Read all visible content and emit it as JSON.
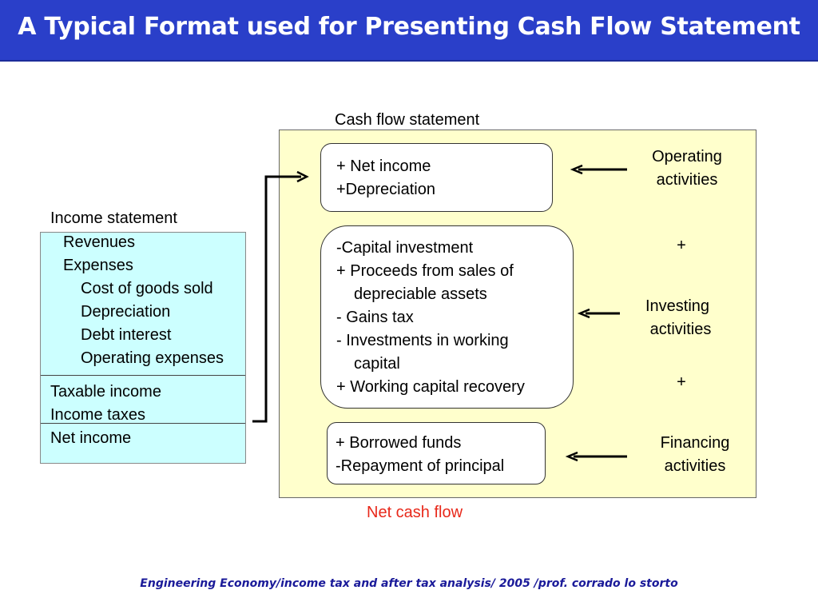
{
  "title": "A Typical Format used for Presenting Cash Flow Statement",
  "income_statement": {
    "heading": "Income statement",
    "items": [
      {
        "text": "Revenues",
        "level": 1
      },
      {
        "text": "Expenses",
        "level": 1
      },
      {
        "text": "Cost of goods sold",
        "level": 2
      },
      {
        "text": "Depreciation",
        "level": 2
      },
      {
        "text": "Debt interest",
        "level": 2
      },
      {
        "text": "Operating expenses",
        "level": 2
      }
    ],
    "taxable_income": "Taxable income",
    "income_taxes": "Income taxes",
    "net_income": "Net income"
  },
  "cash_flow": {
    "heading": "Cash flow statement",
    "operating_box": [
      "+ Net income",
      "+Depreciation"
    ],
    "investing_box": [
      "-Capital investment",
      "+ Proceeds from sales of",
      "depreciable assets",
      "- Gains tax",
      "- Investments in working",
      "capital",
      "+ Working capital recovery"
    ],
    "financing_box": [
      "+ Borrowed funds",
      "-Repayment of principal"
    ],
    "net_cash_flow": "Net cash flow",
    "net_cash_flow_color": "#e8281a"
  },
  "activities": {
    "operating": [
      "Operating",
      "activities"
    ],
    "plus1": "+",
    "investing": [
      "Investing",
      "activities"
    ],
    "plus2": "+",
    "financing": [
      "Financing",
      "activities"
    ]
  },
  "footer": "Engineering Economy/income tax and after tax analysis/ 2005 /prof. corrado lo storto",
  "colors": {
    "title_bar": "#2a3fc9",
    "income_box_fill": "#ccffff",
    "cash_flow_frame_fill": "#ffffcc",
    "footer_text": "#1a1a99"
  }
}
